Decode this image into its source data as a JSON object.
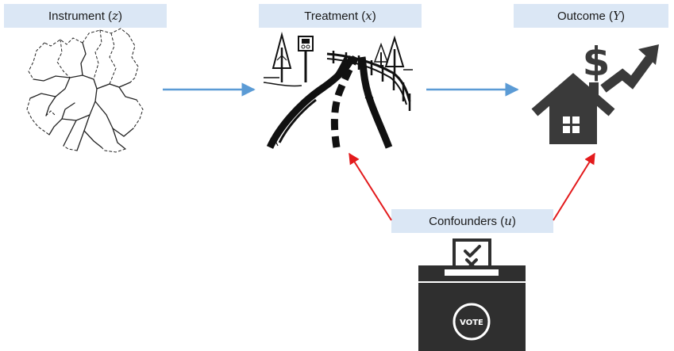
{
  "nodes": {
    "instrument": {
      "label": "Instrument",
      "var": "z",
      "icon": "river-network-icon"
    },
    "treatment": {
      "label": "Treatment",
      "var": "x",
      "icon": "road-icon"
    },
    "outcome": {
      "label": "Outcome",
      "var": "Y",
      "icon": "house-price-icon"
    },
    "confounders": {
      "label": "Confounders",
      "var": "u",
      "icon": "ballot-box-icon"
    }
  },
  "ballot_box": {
    "text": "VOTE"
  },
  "edges": [
    {
      "from": "instrument",
      "to": "treatment",
      "color": "#5b9bd5"
    },
    {
      "from": "treatment",
      "to": "outcome",
      "color": "#5b9bd5"
    },
    {
      "from": "confounders",
      "to": "treatment",
      "color": "#e31a1c"
    },
    {
      "from": "confounders",
      "to": "outcome",
      "color": "#e31a1c"
    }
  ]
}
